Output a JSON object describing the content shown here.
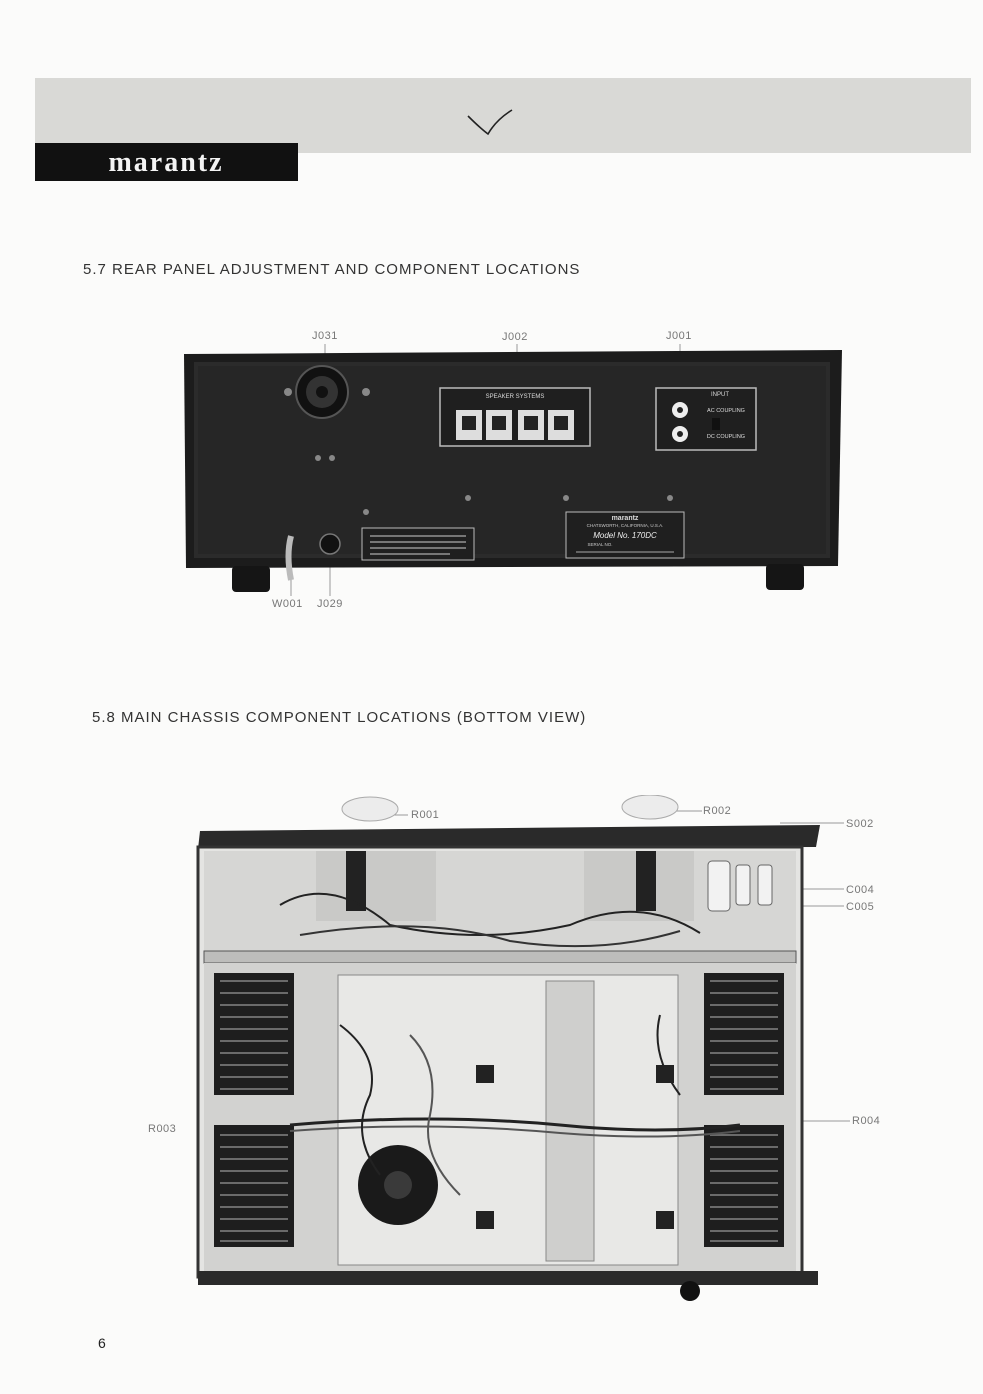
{
  "header": {
    "brand": "marantz"
  },
  "section_57": {
    "title": "5.7 REAR PANEL ADJUSTMENT AND COMPONENT LOCATIONS",
    "labels": {
      "j031": "J031",
      "j002": "J002",
      "j001": "J001",
      "w001": "W001",
      "j029": "J029"
    },
    "panel_text": {
      "speaker_systems": "SPEAKER SYSTEMS",
      "input": "INPUT",
      "ac_coupling": "AC COUPLING",
      "dc_coupling": "DC COUPLING",
      "brand": "marantz",
      "location": "CHATSWORTH, CALIFORNIA, U.S.A.",
      "model": "Model No. 170DC",
      "serial": "SERIAL NO."
    }
  },
  "section_58": {
    "title": "5.8 MAIN CHASSIS COMPONENT LOCATIONS (BOTTOM VIEW)",
    "labels": {
      "r001": "R001",
      "r002": "R002",
      "s002": "S002",
      "c004": "C004",
      "c005": "C005",
      "r003": "R003",
      "r004": "R004"
    }
  },
  "page": {
    "number": "6"
  }
}
